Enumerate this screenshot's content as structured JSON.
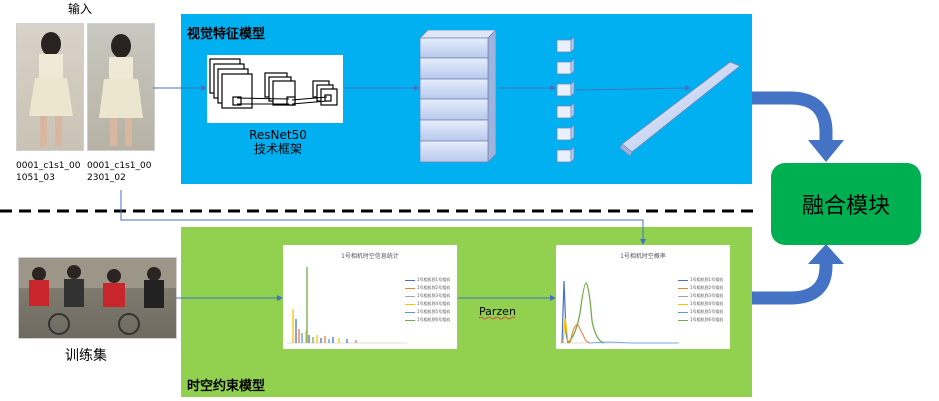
{
  "input_label": "输入",
  "training_set_label": "训练集",
  "visual_module": {
    "title": "视觉特征模型",
    "resnet_label": [
      "ResNet50",
      "技术框架"
    ]
  },
  "spatiotemporal_module": {
    "title": "时空约束模型",
    "chart1_title": "1号相机时空信息统计",
    "chart2_title": "1号相机时空概率",
    "transform_label": "Parzen"
  },
  "fusion_label": "融合模块",
  "images": [
    {
      "caption_line1": "0001_c1s1_00",
      "caption_line2": "1051_03"
    },
    {
      "caption_line1": "0001_c1s1_00",
      "caption_line2": "2301_02"
    }
  ],
  "legend_chart1": [
    "1号相机到1号相机",
    "1号相机到2号相机",
    "1号相机到3号相机",
    "1号相机到4号相机",
    "1号相机到5号相机",
    "1号相机到6号相机"
  ],
  "legend_chart2": [
    "1号相机到1号相机",
    "1号相机到2号相机",
    "1号相机到3号相机",
    "1号相机到4号相机",
    "1号相机到5号相机",
    "1号相机到6号相机"
  ],
  "colors": {
    "visual_panel": "#00b0f0",
    "spatio_panel": "#92d050",
    "fusion": "#00b050",
    "arrow": "#4472c4",
    "series": [
      "#4472c4",
      "#ed7d31",
      "#a5a5a5",
      "#ffc000",
      "#5b9bd5",
      "#70ad47"
    ]
  }
}
